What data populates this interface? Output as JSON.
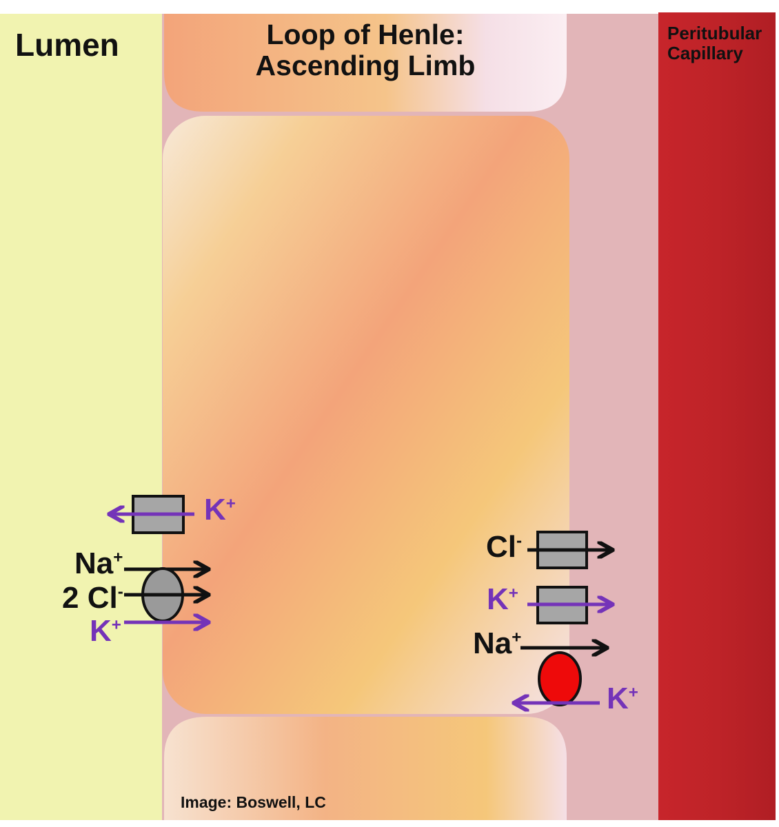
{
  "labels": {
    "lumen": "Lumen",
    "loop_title_line1": "Loop of Henle:",
    "loop_title_line2": "Ascending Limb",
    "capillary_line1": "Peritubular",
    "capillary_line2": "Capillary",
    "credit": "Image: Boswell, LC"
  },
  "ions": {
    "apical_k_channel": {
      "base": "K",
      "charge": "+"
    },
    "nkcc_na": {
      "base": "Na",
      "charge": "+"
    },
    "nkcc_cl": {
      "base": "2 Cl",
      "charge": "-"
    },
    "nkcc_k": {
      "base": "K",
      "charge": "+"
    },
    "basolateral_cl": {
      "base": "Cl",
      "charge": "-"
    },
    "basolateral_k": {
      "base": "K",
      "charge": "+"
    },
    "pump_na": {
      "base": "Na",
      "charge": "+"
    },
    "pump_k": {
      "base": "K",
      "charge": "+"
    }
  },
  "colors": {
    "lumen": "#f1f3b0",
    "interstitium": "#e2b5b8",
    "capillary": "#be2328",
    "cell_orange": "#f3a47a",
    "cell_yellow": "#f5c77a",
    "channel": "#a6a6a6",
    "cotransporter": "#9a9a9a",
    "pump": "#ee0a0a",
    "k_arrow": "#7433b8",
    "arrow_black": "#111111"
  }
}
